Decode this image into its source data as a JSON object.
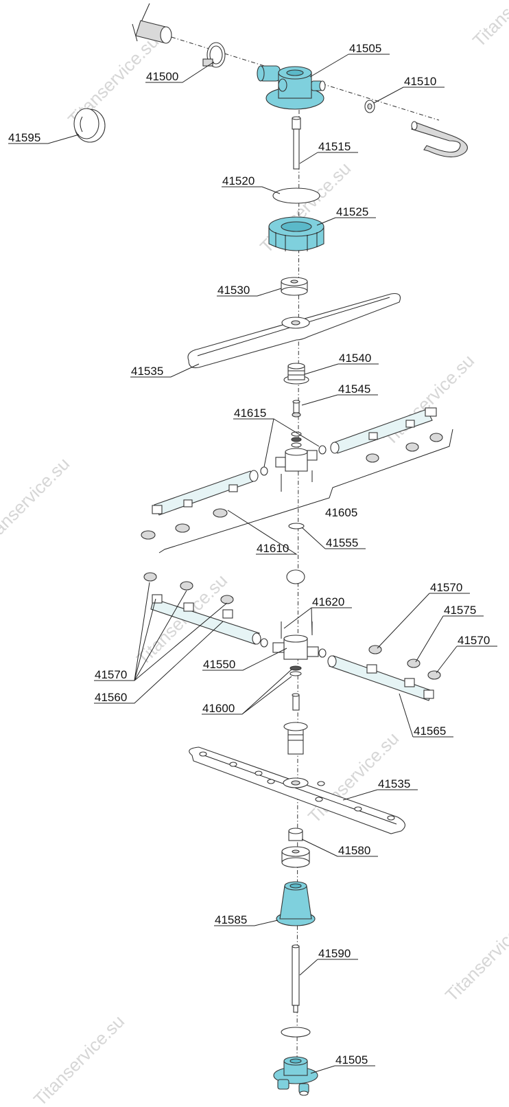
{
  "watermark": "Titanservice.su",
  "labels": {
    "l41500": "41500",
    "l41505a": "41505",
    "l41510": "41510",
    "l41595": "41595",
    "l41515": "41515",
    "l41520": "41520",
    "l41525": "41525",
    "l41530": "41530",
    "l41535a": "41535",
    "l41540": "41540",
    "l41545": "41545",
    "l41615": "41615",
    "l41605": "41605",
    "l41610": "41610",
    "l41555": "41555",
    "l41620": "41620",
    "l41570a": "41570",
    "l41575": "41575",
    "l41570b": "41570",
    "l41570c": "41570",
    "l41560": "41560",
    "l41550": "41550",
    "l41600": "41600",
    "l41565": "41565",
    "l41535b": "41535",
    "l41580": "41580",
    "l41585": "41585",
    "l41590": "41590",
    "l41505b": "41505"
  },
  "colors": {
    "highlight": "#7fd0dd",
    "watermark": "#d6d6d6",
    "line": "#222222"
  }
}
